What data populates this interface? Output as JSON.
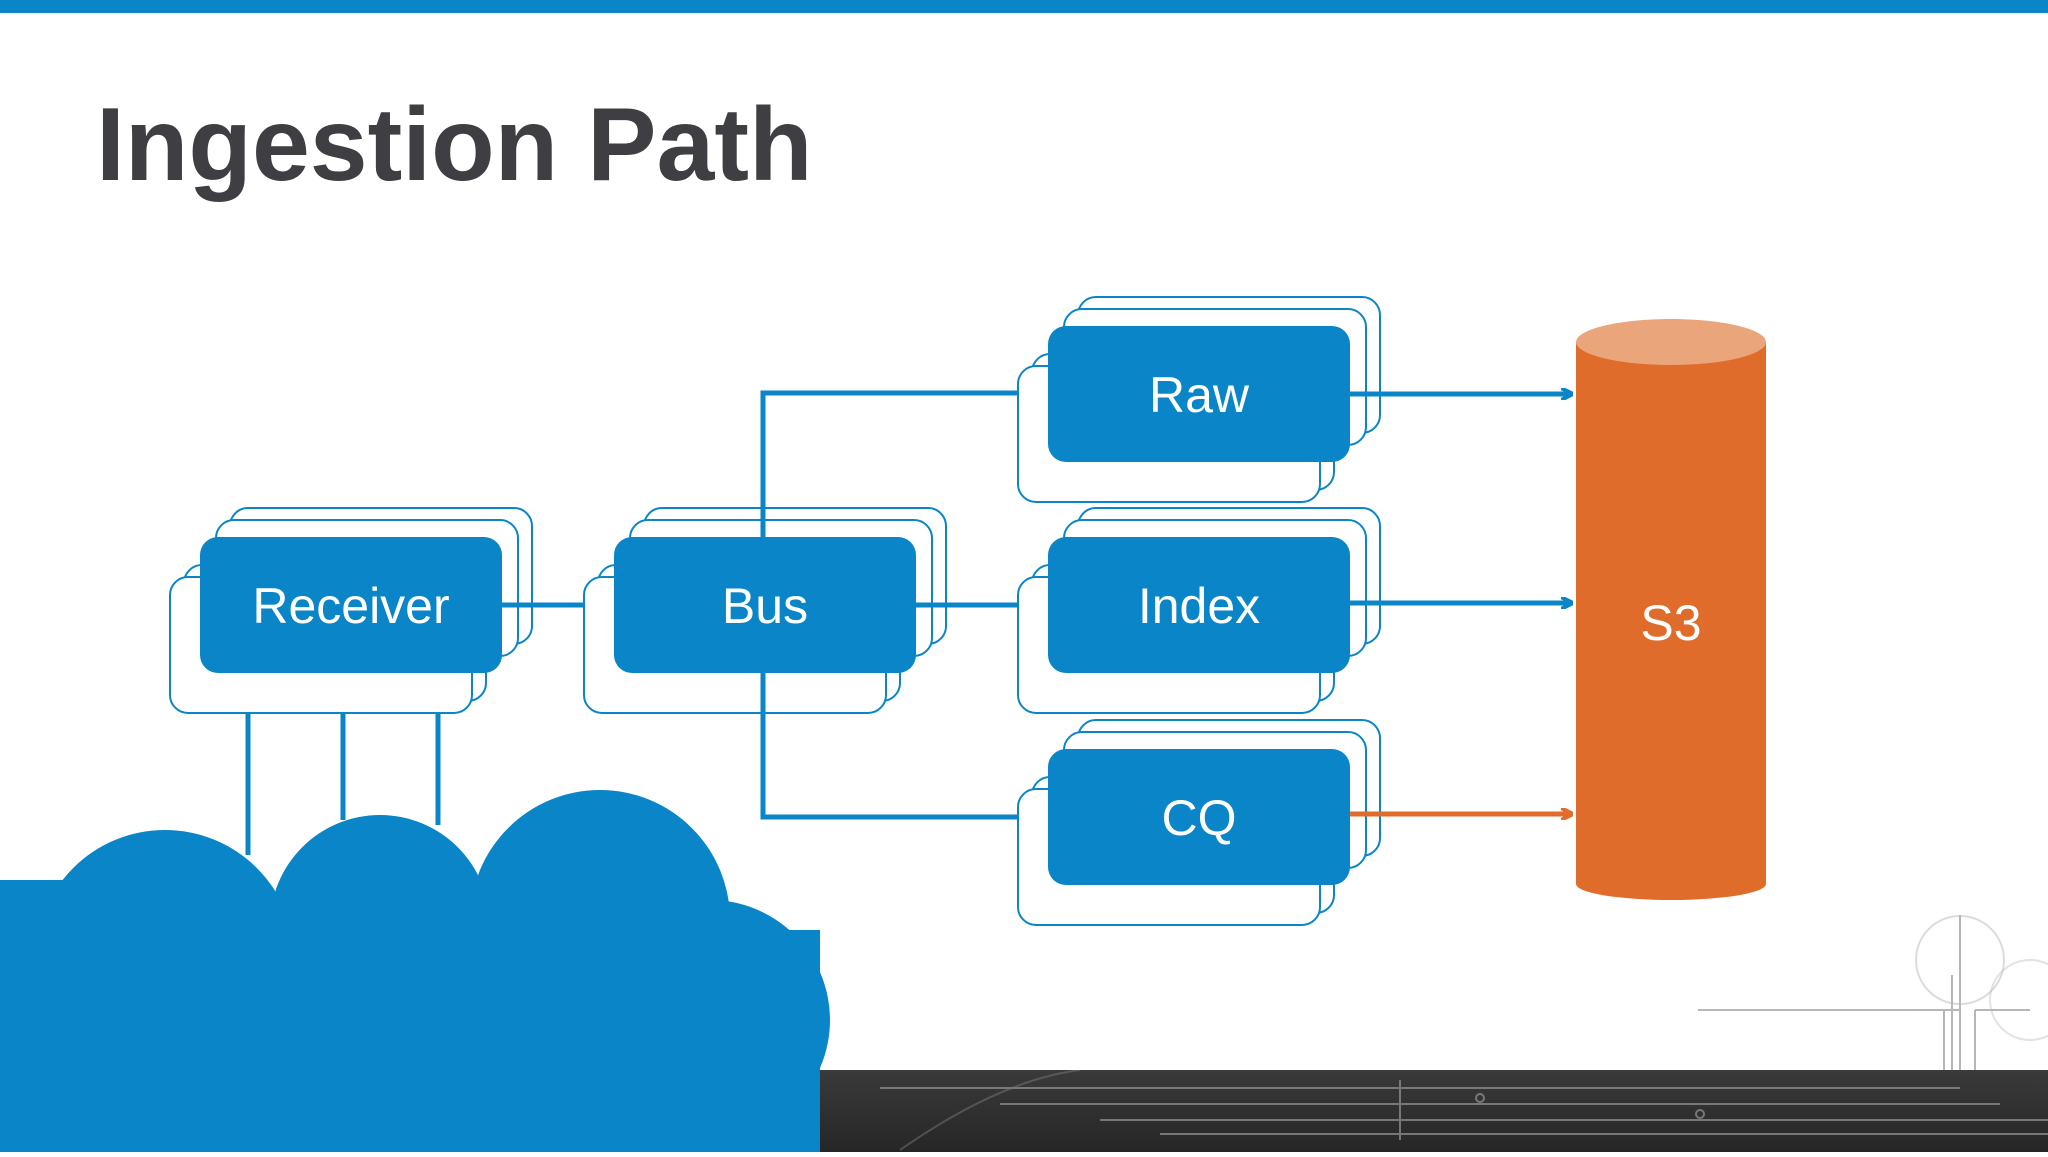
{
  "slide": {
    "title": "Ingestion Path"
  },
  "colors": {
    "accent_blue": "#0a86c8",
    "storage_orange": "#e06c2b",
    "title_gray": "#3f3f43"
  },
  "nodes": {
    "receiver": "Receiver",
    "bus": "Bus",
    "raw": "Raw",
    "index": "Index",
    "cq": "CQ",
    "s3": "S3"
  },
  "edges": [
    {
      "from": "cloud",
      "to": "receiver",
      "count": 3,
      "color": "blue"
    },
    {
      "from": "receiver",
      "to": "bus",
      "color": "blue"
    },
    {
      "from": "bus",
      "to": "raw",
      "color": "blue"
    },
    {
      "from": "bus",
      "to": "index",
      "color": "blue"
    },
    {
      "from": "bus",
      "to": "cq",
      "color": "blue"
    },
    {
      "from": "raw",
      "to": "s3",
      "color": "blue"
    },
    {
      "from": "index",
      "to": "s3",
      "color": "blue"
    },
    {
      "from": "cq",
      "to": "s3",
      "color": "orange"
    }
  ]
}
